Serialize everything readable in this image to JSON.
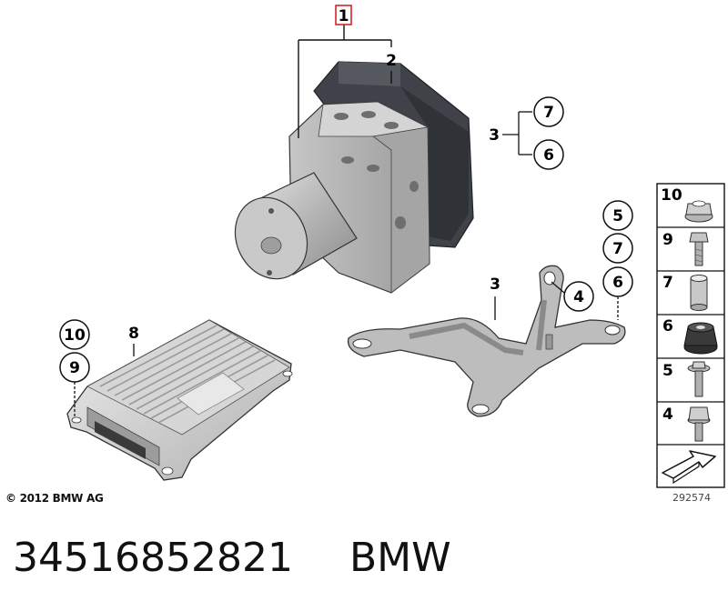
{
  "diagram": {
    "callouts": {
      "main_assembly": "1",
      "control_unit_cover": "2",
      "bracket_top": "3",
      "bracket_top_sub_a": "7",
      "bracket_top_sub_b": "6",
      "bracket_bolt": "4",
      "bracket_right_a": "5",
      "bracket_right_b": "7",
      "bracket_right_c": "6",
      "bracket_lower": "3",
      "module": "8",
      "module_fastener_a": "10",
      "module_fastener_b": "9"
    },
    "parts_legend": [
      {
        "number": "10",
        "icon": "flange-nut-icon"
      },
      {
        "number": "9",
        "icon": "hex-bolt-icon"
      },
      {
        "number": "7",
        "icon": "sleeve-icon"
      },
      {
        "number": "6",
        "icon": "rubber-mount-icon"
      },
      {
        "number": "5",
        "icon": "washer-bolt-icon"
      },
      {
        "number": "4",
        "icon": "collar-bolt-icon"
      },
      {
        "number": "",
        "icon": "direction-arrow-icon"
      }
    ],
    "copyright": "© 2012 BMW AG",
    "diagram_number": "292574"
  },
  "caption": {
    "part_number": "34516852821",
    "brand": "BMW"
  },
  "colors": {
    "accent_box": "#d9232a",
    "metal": "#b9b9b9",
    "dark_unit": "#3f4249",
    "line": "#111111"
  }
}
